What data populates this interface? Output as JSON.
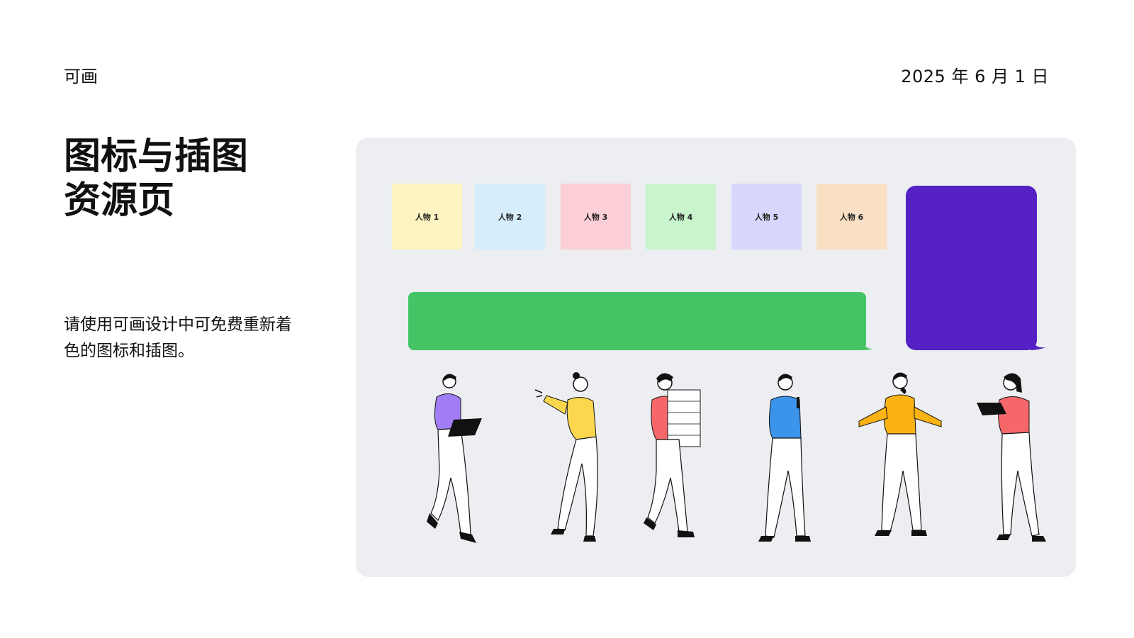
{
  "header": {
    "brand": "可画",
    "date": "2025 年 6 月 1 日"
  },
  "left": {
    "title": "图标与插图\n资源页",
    "description": "请使用可画设计中可免费重新着色的图标和插图。"
  },
  "palette": [
    {
      "label": "人物 1",
      "color": "#fdf4c2"
    },
    {
      "label": "人物 2",
      "color": "#d6eefc"
    },
    {
      "label": "人物 3",
      "color": "#fccfd6"
    },
    {
      "label": "人物 4",
      "color": "#c9f5cc"
    },
    {
      "label": "人物 5",
      "color": "#d8d6fd"
    },
    {
      "label": "人物 6",
      "color": "#f9e0c5"
    }
  ],
  "bubbles": {
    "green": "#45c466",
    "purple": "#5520c4"
  },
  "people": [
    {
      "name": "person-laptop-walking",
      "shirt": "#a17ef5"
    },
    {
      "name": "person-gesturing",
      "shirt": "#fbd74e"
    },
    {
      "name": "person-carrying-papers",
      "shirt": "#f7676a"
    },
    {
      "name": "person-microphone",
      "shirt": "#3c93ea"
    },
    {
      "name": "person-shrugging",
      "shirt": "#fab214"
    },
    {
      "name": "person-laptop-standing",
      "shirt": "#f7676a"
    }
  ]
}
